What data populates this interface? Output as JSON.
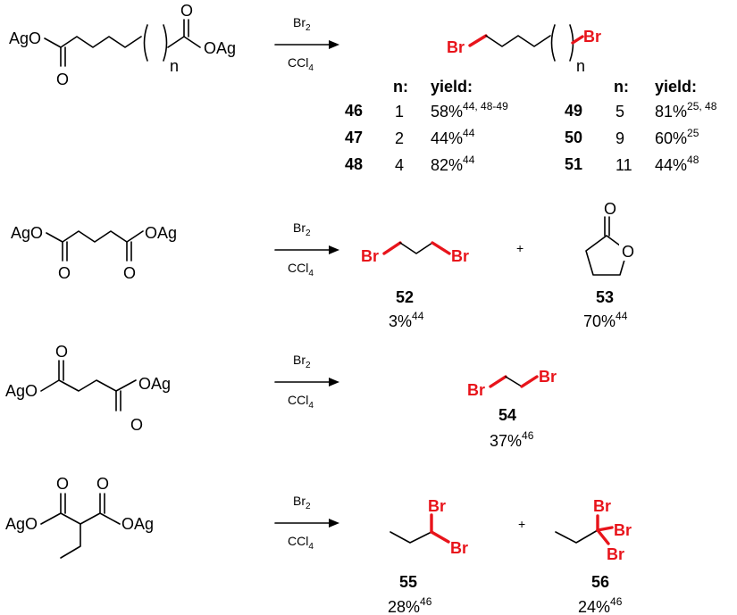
{
  "labels": {
    "ag_ester": "AgO",
    "ag_acid": "OAg",
    "oxygen": "O",
    "bromine": "Br",
    "n": "n",
    "reagent_br2": "Br",
    "reagent_br2_sub": "2",
    "reagent_ccl4": "CCl",
    "reagent_ccl4_sub": "4",
    "plus": "+",
    "col_n": "n:",
    "col_yield": "yield:"
  },
  "table_left": [
    {
      "compound": "46",
      "n": "1",
      "yield": "58%",
      "ref": "44, 48-49"
    },
    {
      "compound": "47",
      "n": "2",
      "yield": "44%",
      "ref": "44"
    },
    {
      "compound": "48",
      "n": "4",
      "yield": "82%",
      "ref": "44"
    }
  ],
  "table_right": [
    {
      "compound": "49",
      "n": "5",
      "yield": "81%",
      "ref": "25, 48"
    },
    {
      "compound": "50",
      "n": "9",
      "yield": "60%",
      "ref": "25"
    },
    {
      "compound": "51",
      "n": "11",
      "yield": "44%",
      "ref": "48"
    }
  ],
  "products": {
    "p52": {
      "compound": "52",
      "yield": "3%",
      "ref": "44"
    },
    "p53": {
      "compound": "53",
      "yield": "70%",
      "ref": "44"
    },
    "p54": {
      "compound": "54",
      "yield": "37%",
      "ref": "46"
    },
    "p55": {
      "compound": "55",
      "yield": "28%",
      "ref": "46"
    },
    "p56": {
      "compound": "56",
      "yield": "24%",
      "ref": "46"
    }
  },
  "colors": {
    "highlight": "#e8141b",
    "ink": "#000000"
  }
}
